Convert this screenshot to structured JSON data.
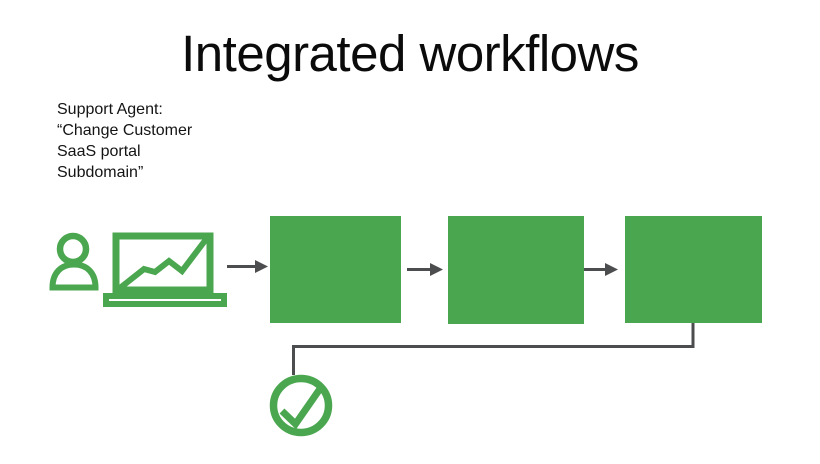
{
  "slide": {
    "title": "Integrated workflows",
    "annotation": "Support Agent:\n“Change Customer\nSaaS portal\nSubdomain”"
  },
  "diagram": {
    "agent_icon": "person-with-laptop-trend-chart",
    "workflow_step_boxes": [
      "step-1",
      "step-2",
      "step-3"
    ],
    "arrow_count": 3,
    "result_icon": "check-circle",
    "connector": "elbow-line-from-step-3-to-check-circle",
    "colors": {
      "green": "#4BA74F",
      "connector_gray": "#4C4D4F",
      "title_black": "#0B0B0B"
    }
  }
}
